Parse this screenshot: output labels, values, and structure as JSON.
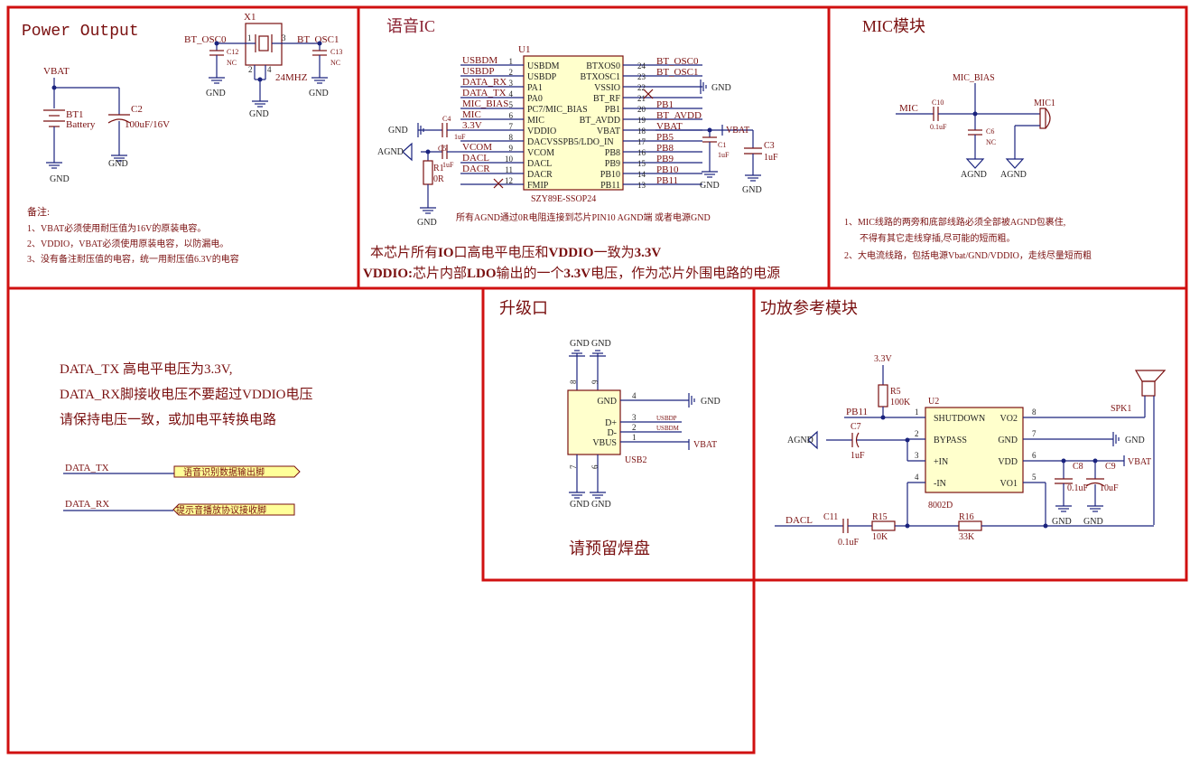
{
  "sections": {
    "power": "Power Output",
    "voice_ic": "语音IC",
    "mic": "MIC模块",
    "upgrade": "升级口",
    "amp": "功放参考模块"
  },
  "power": {
    "vbat": "VBAT",
    "bt1": "BT1",
    "battery": "Battery",
    "c2": "C2",
    "c2_val": "100uF/16V",
    "gnd": "GND",
    "x1": "X1",
    "bt_osc0": "BT_OSC0",
    "bt_osc1": "BT_OSC1",
    "pin1": "1",
    "pin3": "3",
    "pin2": "2",
    "pin4": "4",
    "freq": "24MHZ",
    "c12": "C12",
    "c13": "C13",
    "nc": "NC",
    "notes_title": "备注:",
    "notes": [
      "1、VBAT必须使用耐压值为16V的原装电容。",
      "2、VDDIO，VBAT必须使用原装电容，以防漏电。",
      "3、没有备注耐压值的电容，统一用耐压值6.3V的电容"
    ]
  },
  "ic": {
    "u1": "U1",
    "part": "SZY89E-SSOP24",
    "left": [
      {
        "num": "1",
        "name": "USBDM",
        "net": "USBDM"
      },
      {
        "num": "2",
        "name": "USBDP",
        "net": "USBDP"
      },
      {
        "num": "3",
        "name": "PA1",
        "net": "DATA_RX"
      },
      {
        "num": "4",
        "name": "PA0",
        "net": "DATA_TX"
      },
      {
        "num": "5",
        "name": "PC7/MIC_BIAS",
        "net": "MIC_BIAS"
      },
      {
        "num": "6",
        "name": "MIC",
        "net": "MIC"
      },
      {
        "num": "7",
        "name": "VDDIO",
        "net": "3.3V"
      },
      {
        "num": "8",
        "name": "DACVSSPB5/LDO_IN",
        "net": ""
      },
      {
        "num": "9",
        "name": "VCOM",
        "net": "VCOM"
      },
      {
        "num": "10",
        "name": "DACL",
        "net": "DACL"
      },
      {
        "num": "11",
        "name": "DACR",
        "net": "DACR"
      },
      {
        "num": "12",
        "name": "FMIP",
        "net": ""
      }
    ],
    "right": [
      {
        "num": "24",
        "name": "BTXOS0",
        "net": "BT_OSC0"
      },
      {
        "num": "23",
        "name": "BTXOSC1",
        "net": "BT_OSC1"
      },
      {
        "num": "22",
        "name": "VSSIO",
        "net": ""
      },
      {
        "num": "21",
        "name": "BT_RF",
        "net": ""
      },
      {
        "num": "20",
        "name": "PB1",
        "net": "PB1"
      },
      {
        "num": "19",
        "name": "BT_AVDD",
        "net": "BT_AVDD"
      },
      {
        "num": "18",
        "name": "VBAT",
        "net": "VBAT"
      },
      {
        "num": "17",
        "name": "",
        "net": "PB5"
      },
      {
        "num": "16",
        "name": "PB8",
        "net": "PB8"
      },
      {
        "num": "15",
        "name": "PB9",
        "net": "PB9"
      },
      {
        "num": "14",
        "name": "PB10",
        "net": "PB10"
      },
      {
        "num": "13",
        "name": "PB11",
        "net": "PB11"
      }
    ],
    "c4": "C4",
    "c4_val": "1uF",
    "c5": "C5",
    "c5_val": "1uF",
    "r1": "R1",
    "r1_val": "0R",
    "c1": "C1",
    "c1_val": "1uF",
    "c3": "C3",
    "c3_val": "1uF",
    "gnd": "GND",
    "agnd": "AGND",
    "vbat": "VBAT",
    "note_agnd": "所有AGND通过0R电阻连接到芯片PIN10 AGND端 或者电源GND",
    "note1_a": "本芯片所有",
    "note1_b": "IO",
    "note1_c": "口高电平电压和",
    "note1_d": "VDDIO",
    "note1_e": "一致为",
    "note1_f": "3.3V",
    "note2_a": "VDDIO:",
    "note2_b": "芯片内部",
    "note2_c": "LDO",
    "note2_d": "输出的一个",
    "note2_e": "3.3V",
    "note2_f": "电压，作为芯片外围电路的电源"
  },
  "mic": {
    "mic_bias": "MIC_BIAS",
    "mic_net": "MIC",
    "c10": "C10",
    "c10_val": "0.1uF",
    "c6": "C6",
    "nc": "NC",
    "mic1": "MIC1",
    "agnd": "AGND",
    "notes": [
      "1、MIC线路的两旁和底部线路必须全部被AGND包裹住,",
      "不得有其它走线穿插,尽可能的短而粗。",
      "2、大电流线路，包括电源Vbat/GND/VDDIO，走线尽量短而粗"
    ]
  },
  "data_note": {
    "lines": [
      "DATA_TX 高电平电压为3.3V,",
      "DATA_RX脚接收电压不要超过VDDIO电压",
      "请保持电压一致，或加电平转换电路"
    ],
    "tx_net": "DATA_TX",
    "tx_port": "语音识别数据输出脚",
    "rx_net": "DATA_RX",
    "rx_port": "提示音播放协议接收脚"
  },
  "usb": {
    "gnd": "GND",
    "usb2": "USB2",
    "pins": [
      {
        "num": "4",
        "name": "GND",
        "net": "GND"
      },
      {
        "num": "3",
        "name": "D+",
        "net": "USBDP"
      },
      {
        "num": "2",
        "name": "D-",
        "net": "USBDM"
      },
      {
        "num": "1",
        "name": "VBUS",
        "net": "VBAT"
      }
    ],
    "p8": "8",
    "p9": "9",
    "p7": "7",
    "p6": "6",
    "note": "请预留焊盘"
  },
  "amp": {
    "v33": "3.3V",
    "r5": "R5",
    "r5_val": "100K",
    "u2": "U2",
    "part": "8002D",
    "pb11": "PB11",
    "agnd": "AGND",
    "c7": "C7",
    "c7_val": "1uF",
    "pins_left": [
      {
        "num": "1",
        "name": "SHUTDOWN"
      },
      {
        "num": "2",
        "name": "BYPASS"
      },
      {
        "num": "3",
        "name": "+IN"
      },
      {
        "num": "4",
        "name": "-IN"
      }
    ],
    "pins_right": [
      {
        "num": "8",
        "name": "VO2"
      },
      {
        "num": "7",
        "name": "GND"
      },
      {
        "num": "6",
        "name": "VDD"
      },
      {
        "num": "5",
        "name": "VO1"
      }
    ],
    "spk1": "SPK1",
    "gnd": "GND",
    "vbat": "VBAT",
    "c8": "C8",
    "c8_val": "0.1uF",
    "c9": "C9",
    "c9_val": "10uF",
    "dacl": "DACL",
    "c11": "C11",
    "c11_val": "0.1uF",
    "r15": "R15",
    "r15_val": "10K",
    "r16": "R16",
    "r16_val": "33K"
  }
}
